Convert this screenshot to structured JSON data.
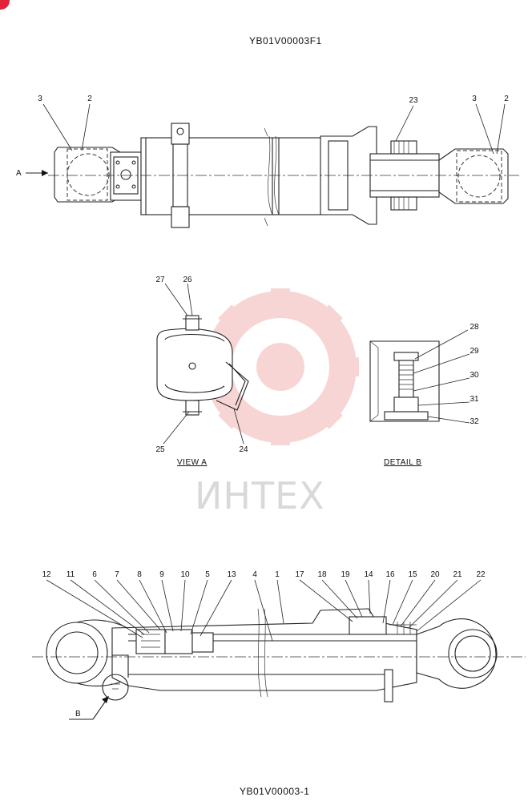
{
  "drawing_code_top": "YB01V00003F1",
  "drawing_code_bottom": "YB01V00003-1",
  "watermark": "ИНТЕХ",
  "view_a_label": "VIEW  A",
  "detail_b_label": "DETAIL  B",
  "arrow_a_label": "A",
  "arrow_b_label": "B",
  "top_view_callouts": [
    "3",
    "2",
    "23",
    "3",
    "2"
  ],
  "view_a_callouts": [
    "27",
    "26",
    "25",
    "24"
  ],
  "detail_b_callouts": [
    "28",
    "29",
    "30",
    "31",
    "32"
  ],
  "section_callouts": [
    "12",
    "11",
    "6",
    "7",
    "8",
    "9",
    "10",
    "5",
    "13",
    "4",
    "1",
    "17",
    "18",
    "19",
    "14",
    "16",
    "15",
    "20",
    "21",
    "22"
  ],
  "colors": {
    "watermark": "#f4b3b3",
    "badge": "#e0233a"
  }
}
